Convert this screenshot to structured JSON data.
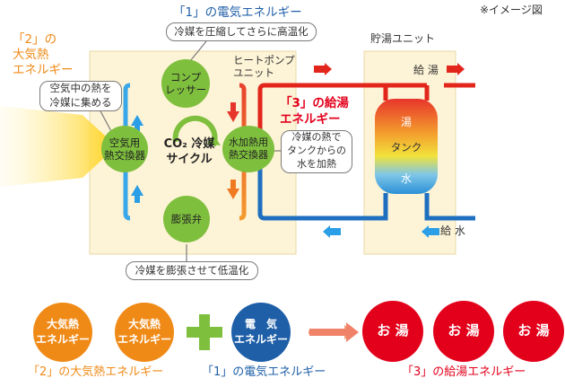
{
  "note": "※イメージ図",
  "labels": {
    "electric_energy": "「1」の電気エネルギー",
    "atmo_energy": "「2」の\n大気熱\nエネルギー",
    "hot_water_energy": "「3」の給湯\nエネルギー",
    "heatpump_unit": "ヒートポンプ\nユニット",
    "storage_unit": "貯湯ユニット",
    "supply_hot": "給 湯",
    "supply_water": "給 水"
  },
  "callouts": {
    "compress": "冷媒を圧縮してさらに高温化",
    "air_heat": "空気中の熱を\n冷媒に集める",
    "tank_heat": "冷媒の熱で\nタンクからの\n水を加熱",
    "expand": "冷媒を膨張させて低温化"
  },
  "components": {
    "compressor": "コンプ\nレッサー",
    "air_exchanger": "空気用\n熱交換器",
    "water_exchanger": "水加熱用\n熱交換器",
    "expansion_valve": "膨張弁",
    "cycle_top": "CO₂ 冷媒",
    "cycle_bottom": "サイクル"
  },
  "tank": {
    "top": "湯",
    "middle": "タンク",
    "bottom": "水"
  },
  "equation": {
    "atmo1": "大気熱\nエネルギー",
    "atmo2": "大気熱\nエネルギー",
    "electric": "電　気\nエネルギー",
    "hot1": "お 湯",
    "hot2": "お 湯",
    "hot3": "お 湯",
    "label_atmo": "「2」の大気熱エネルギー",
    "label_electric": "「1」の電気エネルギー",
    "label_hot": "「3」の給湯エネルギー"
  },
  "colors": {
    "orange": "#f08a17",
    "blue": "#1f5fa8",
    "red": "#e3001b",
    "green": "#7fbf3e",
    "panel": "#fdf3d6"
  }
}
